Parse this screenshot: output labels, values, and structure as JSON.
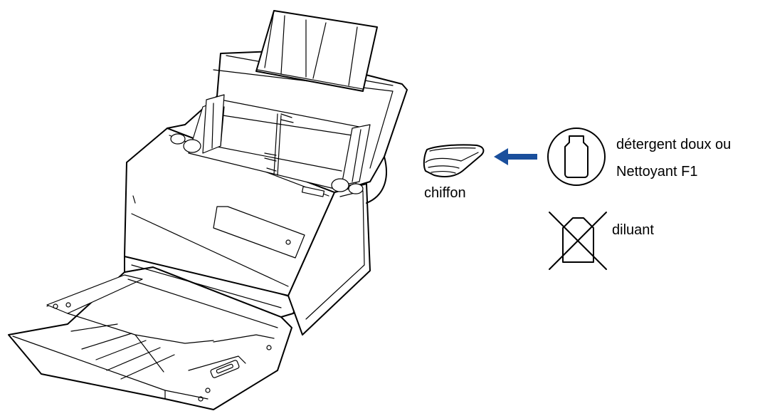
{
  "labels": {
    "cloth": "chiffon",
    "detergent_line1": "détergent doux ou",
    "detergent_line2": "Nettoyant F1",
    "thinner": "diluant"
  },
  "colors": {
    "arrow": "#1a4f9c",
    "line": "#000000",
    "background": "#ffffff"
  },
  "icons": {
    "scanner": "document-scanner-illustration",
    "cloth": "folded-cloth-icon",
    "arrow": "arrow-left-icon",
    "detergent": "detergent-bottle-icon",
    "thinner": "crossed-out-bottle-icon"
  }
}
